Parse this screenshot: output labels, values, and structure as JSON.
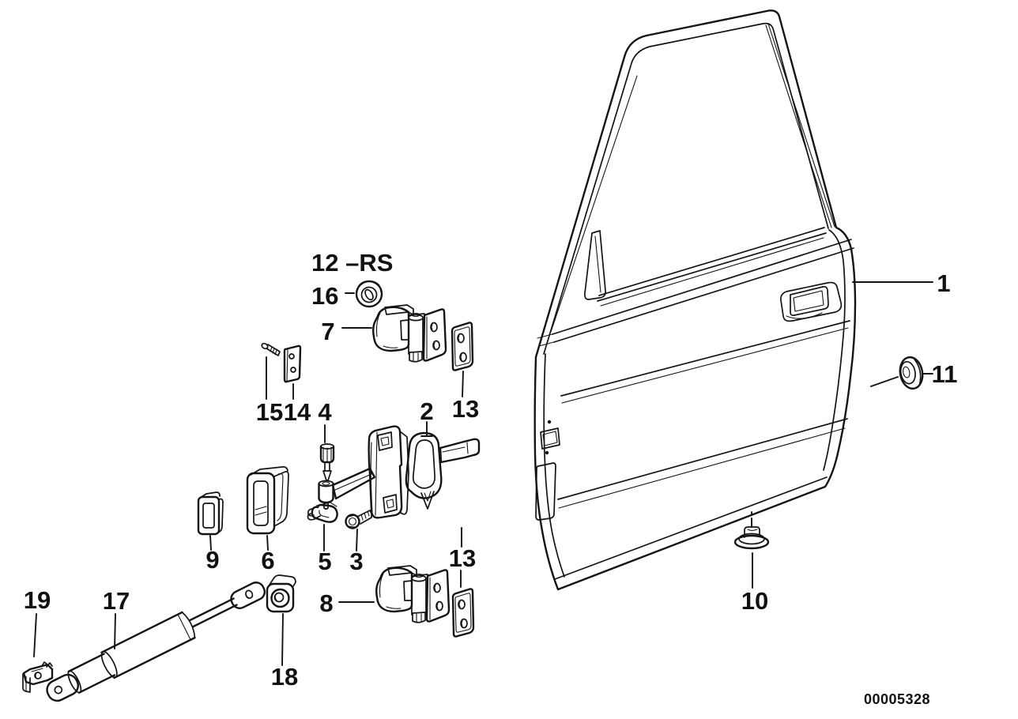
{
  "figure": {
    "drawing_number": "00005328",
    "kit_label": "12 –RS",
    "labels": {
      "p1": "1",
      "p2": "2",
      "p3": "3",
      "p4": "4",
      "p5": "5",
      "p6": "6",
      "p7": "7",
      "p8": "8",
      "p9": "9",
      "p10": "10",
      "p11": "11",
      "p13_upper": "13",
      "p13_lower": "13",
      "p14": "14",
      "p15": "15",
      "p16": "16",
      "p17": "17",
      "p18": "18",
      "p19": "19"
    },
    "colors": {
      "line": "#141414",
      "background": "#ffffff"
    }
  }
}
